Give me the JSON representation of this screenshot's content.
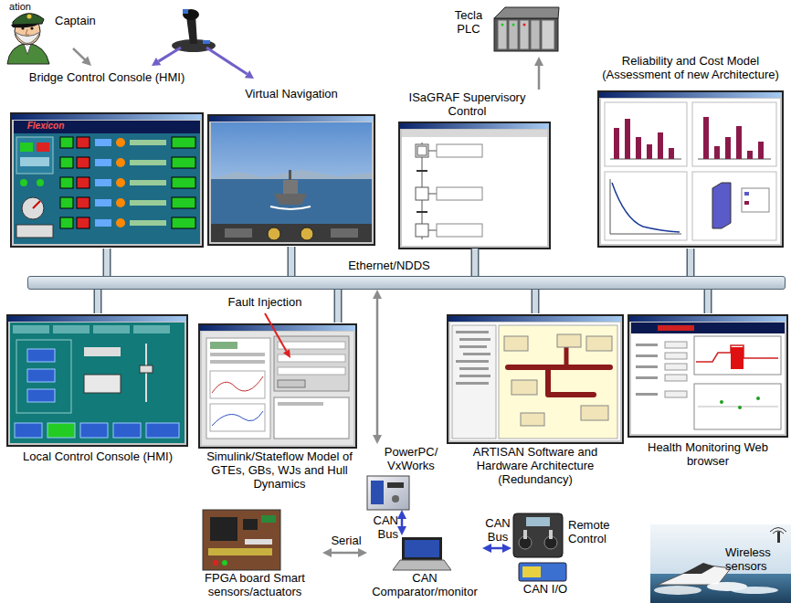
{
  "diagram": {
    "nodes": [
      {
        "text": [
          "Captain"
        ]
      },
      {
        "text": [
          "Bridge Control Console (HMI)"
        ]
      },
      {
        "text": [
          "Virtual Navigation"
        ]
      },
      {
        "text": [
          "Tecla PLC"
        ]
      },
      {
        "text": [
          "ISaGRAF Supervisory Control"
        ]
      },
      {
        "text": [
          "Reliability and Cost Model (Assessment of new Architecture)"
        ]
      },
      {
        "text": [
          "Ethernet/NDDS"
        ]
      },
      {
        "text": [
          "Local Control Console (HMI)"
        ]
      },
      {
        "text": [
          "Simulink/Stateflow Model of GTEs, GBs, WJs and Hull Dynamics"
        ]
      },
      {
        "text": [
          "PowerPC/ VxWorks"
        ]
      },
      {
        "text": [
          "ARTISAN Software and Hardware Architecture (Redundancy)"
        ]
      },
      {
        "text": [
          "Health Monitoring Web browser"
        ]
      },
      {
        "text": [
          "FPGA board Smart sensors/actuators"
        ]
      },
      {
        "text": [
          "CAN Comparator/monitor"
        ]
      },
      {
        "text": [
          "Remote Control"
        ]
      },
      {
        "text": [
          "CAN I/O"
        ]
      },
      {
        "text": [
          "Wireless sensors"
        ]
      }
    ],
    "edges": [
      {
        "from": 0,
        "to": 1,
        "arrow": "to"
      },
      {
        "from": 1,
        "to": 6,
        "arrow": "none"
      },
      {
        "from": 2,
        "to": 6,
        "arrow": "none"
      },
      {
        "from": 4,
        "to": 3,
        "arrow": "to"
      },
      {
        "from": 4,
        "to": 6,
        "arrow": "none"
      },
      {
        "from": 5,
        "to": 6,
        "arrow": "none"
      },
      {
        "from": 7,
        "to": 6,
        "arrow": "none"
      },
      {
        "from": 8,
        "to": 6,
        "arrow": "none"
      },
      {
        "from": 9,
        "to": 6,
        "arrow": "both"
      },
      {
        "from": 10,
        "to": 6,
        "arrow": "none"
      },
      {
        "from": 11,
        "to": 6,
        "arrow": "none"
      },
      {
        "from": 9,
        "to": 13,
        "label": "CAN Bus",
        "arrow": "both"
      },
      {
        "from": 12,
        "to": 13,
        "label": "Serial",
        "arrow": "both"
      },
      {
        "from": 13,
        "to": 14,
        "label": "CAN Bus",
        "arrow": "both"
      }
    ],
    "labels": [
      "ation",
      "Fault Injection",
      "Flexicon"
    ]
  }
}
